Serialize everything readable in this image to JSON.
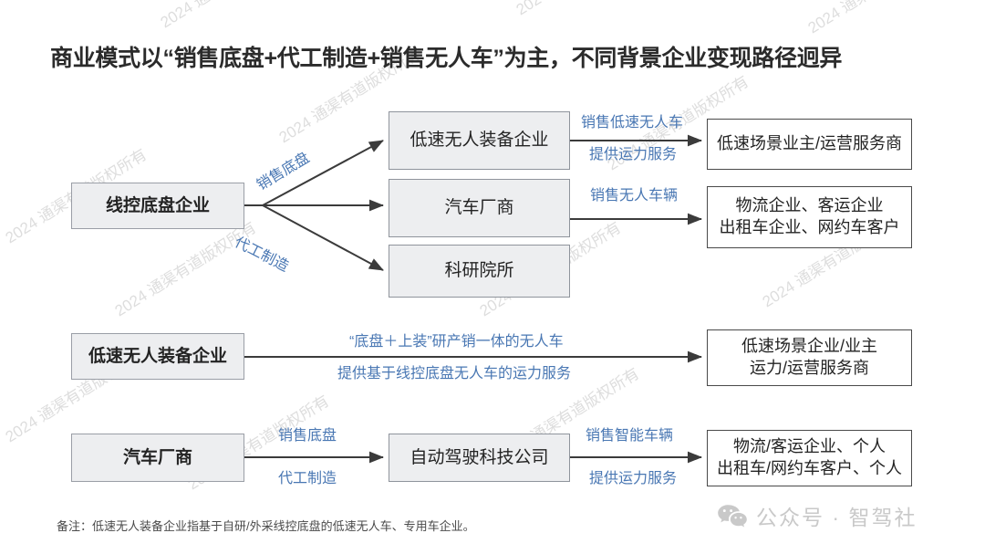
{
  "page": {
    "title": "商业模式以“销售底盘+代工制造+销售无人车”为主，不同背景企业变现路径迥异",
    "footnote": "备注：低速无人装备企业指基于自研/外采线控底盘的低速无人车、专用车企业。",
    "brand_text": "公众号 · 智驾社",
    "brand_icon": "wechat-icon",
    "colors": {
      "label_blue": "#4977b3",
      "box_grey_fill": "#edeef0",
      "box_grey_border": "#9a9ea6",
      "box_white_border": "#4a4a4a",
      "title_color": "#2b2b2b",
      "arrow_color": "#3b3b3b",
      "watermark_color": "#d8d8d8"
    }
  },
  "rows": [
    {
      "id": "row-wire-control-chassis",
      "source": "线控底盘企业",
      "branch_labels": [
        "销售底盘",
        "代工制造"
      ],
      "middles": [
        "低速无人装备企业",
        "汽车厂商",
        "科研院所"
      ],
      "mid_to_right_labels": [
        [
          "销售低速无人车",
          "提供运力服务"
        ],
        [
          "销售无人车辆"
        ]
      ],
      "rights": [
        "低速场景业主/运营服务商",
        "物流企业、客运企业\n出租车企业、网约车客户"
      ],
      "right_lines": [
        [
          "低速场景业主/运营服务商"
        ],
        [
          "物流企业、客运企业",
          "出租车企业、网约车客户"
        ]
      ]
    },
    {
      "id": "row-low-speed-equipment",
      "source": "低速无人装备企业",
      "labels": [
        "“底盘＋上装”研产销一体的无人车",
        "提供基于线控底盘无人车的运力服务"
      ],
      "right_lines": [
        "低速场景企业/业主",
        "运力/运营服务商"
      ]
    },
    {
      "id": "row-automaker",
      "source": "汽车厂商",
      "labels_left": [
        "销售底盘",
        "代工制造"
      ],
      "middle": "自动驾驶科技公司",
      "labels_right": [
        "销售智能车辆",
        "提供运力服务"
      ],
      "right_lines": [
        "物流/客运企业、个人",
        "出租车/网约车客户、个人"
      ]
    }
  ],
  "watermarks": [
    "2024 通渠有道版权所有",
    "2024 通渠有道版权所有",
    "2024 通渠有道版权所有",
    "2024 通渠有道版权所有",
    "2024 通渠有道版权所有",
    "2024 通渠有道版权所有",
    "2024 通渠有道版权所有",
    "2024 通渠有道版权所有",
    "2024 通渠有道版权所有",
    "2024 通渠有道版权所有",
    "2024 通渠有道版权所有",
    "2024 通渠有道版权所有"
  ]
}
